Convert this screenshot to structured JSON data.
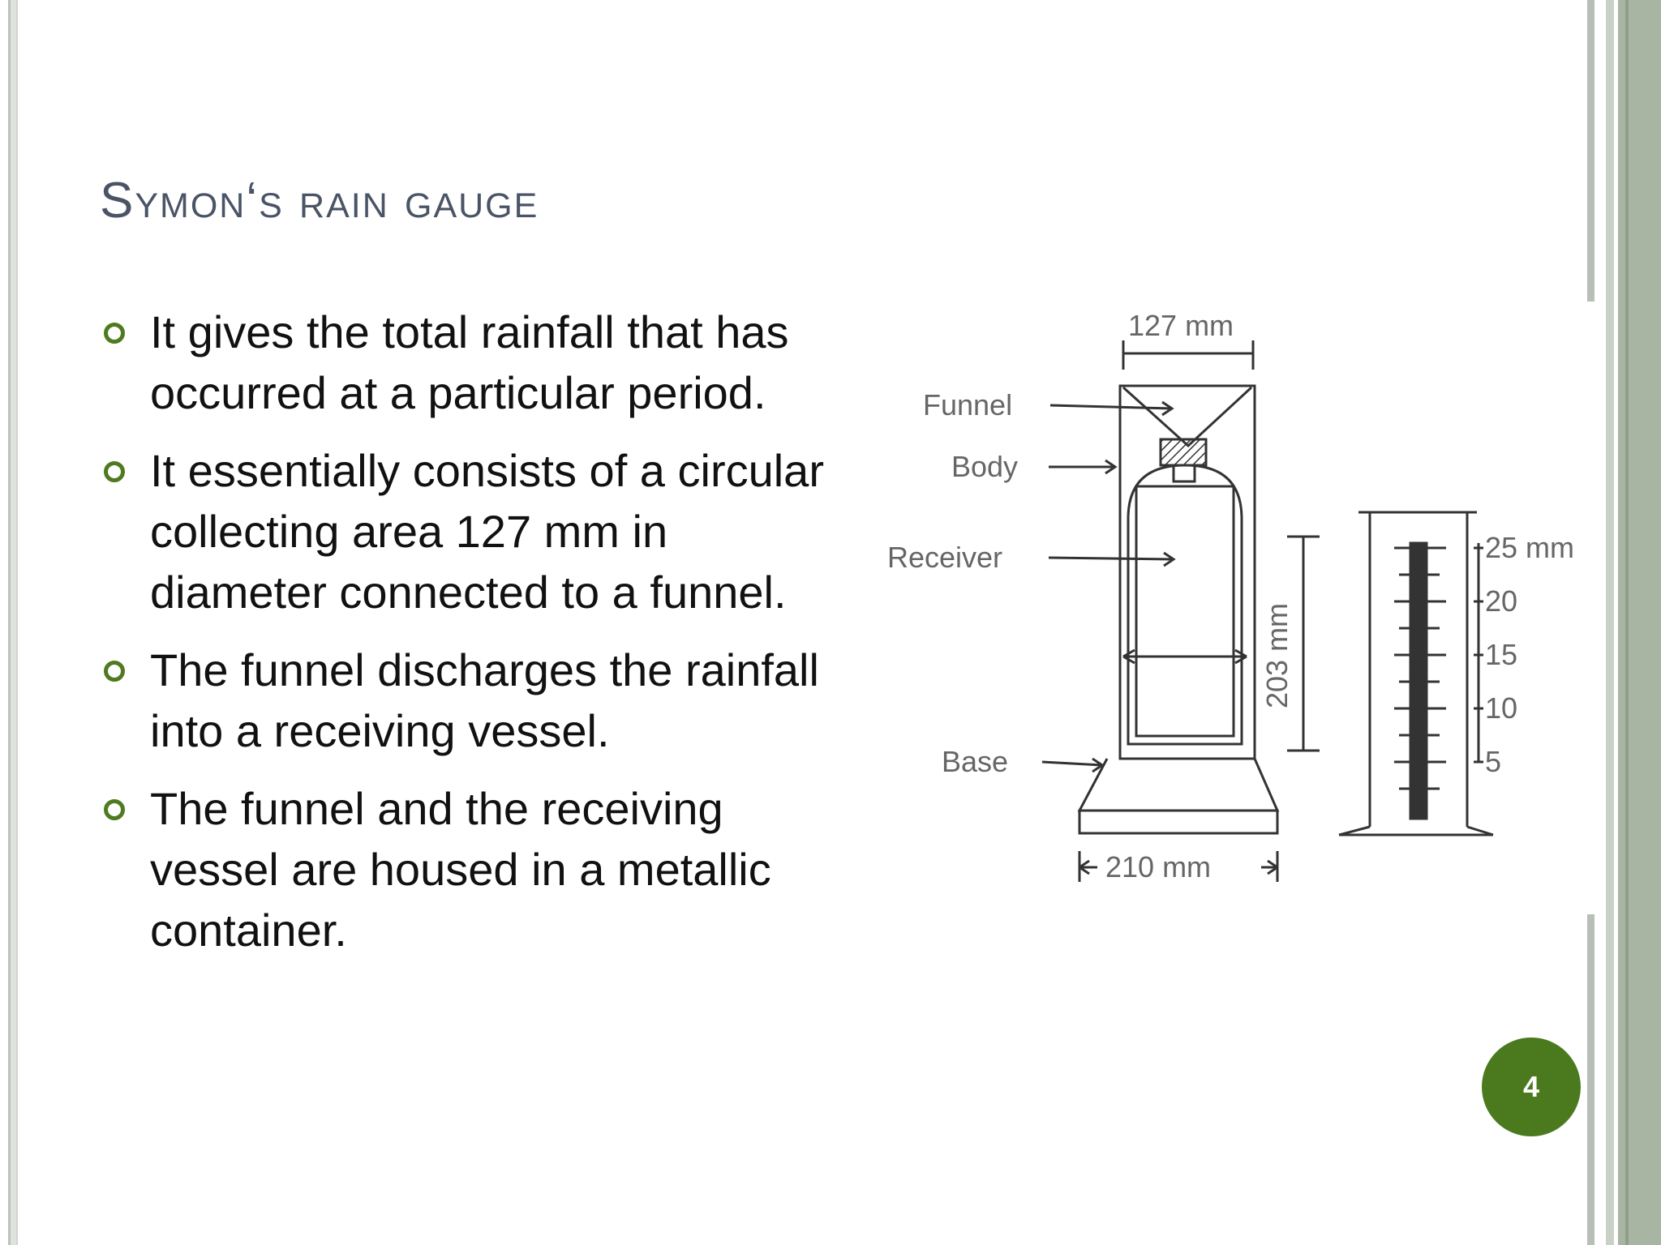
{
  "slide": {
    "title": "Symon‘s rain gauge",
    "bullets": [
      "It gives the total rainfall that has occurred at a particular period.",
      "It essentially consists of a circular collecting area 127 mm in diameter connected to a funnel.",
      "The funnel discharges the rainfall into a receiving vessel.",
      "The funnel and the receiving vessel are housed in a metallic container."
    ],
    "page_number": "4"
  },
  "figure": {
    "dim_top": "127 mm",
    "dim_height": "203 mm",
    "dim_base": "210 mm",
    "label_funnel": "Funnel",
    "label_body": "Body",
    "label_receiver": "Receiver",
    "label_base": "Base",
    "scale_labels": [
      "25 mm",
      "20",
      "15",
      "10",
      "5"
    ]
  },
  "colors": {
    "title": "#4a5466",
    "bullet_marker": "#4f7a1f",
    "page_badge": "#4b7a1e",
    "side_band": "#a8b5a3"
  }
}
